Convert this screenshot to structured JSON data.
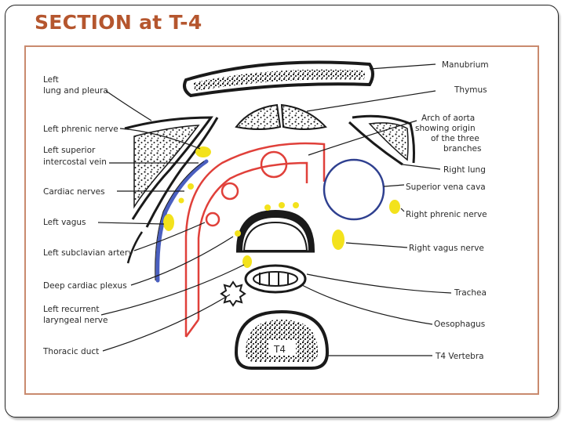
{
  "slide": {
    "title": "SECTION at T-4"
  },
  "diagram": {
    "labels_left": [
      "Left",
      "lung and pleura",
      "Left phrenic nerve",
      "Left superior",
      "intercostal vein",
      "Cardiac nerves",
      "Left vagus",
      "Left subclavian artery",
      "Deep cardiac plexus",
      "Left recurrent",
      "laryngeal nerve",
      "Thoracic duct"
    ],
    "labels_right": [
      "Manubrium",
      "Thymus",
      "Arch of aorta",
      "showing origin",
      "of the three",
      "branches",
      "Right lung",
      "Superior vena cava",
      "Right phrenic nerve",
      "Right vagus nerve",
      "Trachea",
      "Oesophagus",
      "T4 Vertebra"
    ],
    "vertebra_mark": "T4",
    "colors": {
      "frame": "#c98a6e",
      "aorta": "#e0403a",
      "vena_cava": "#2e3f8f",
      "vein": "#4a5fc0",
      "nerve": "#f3e21c",
      "ink": "#1a1a1a"
    }
  }
}
